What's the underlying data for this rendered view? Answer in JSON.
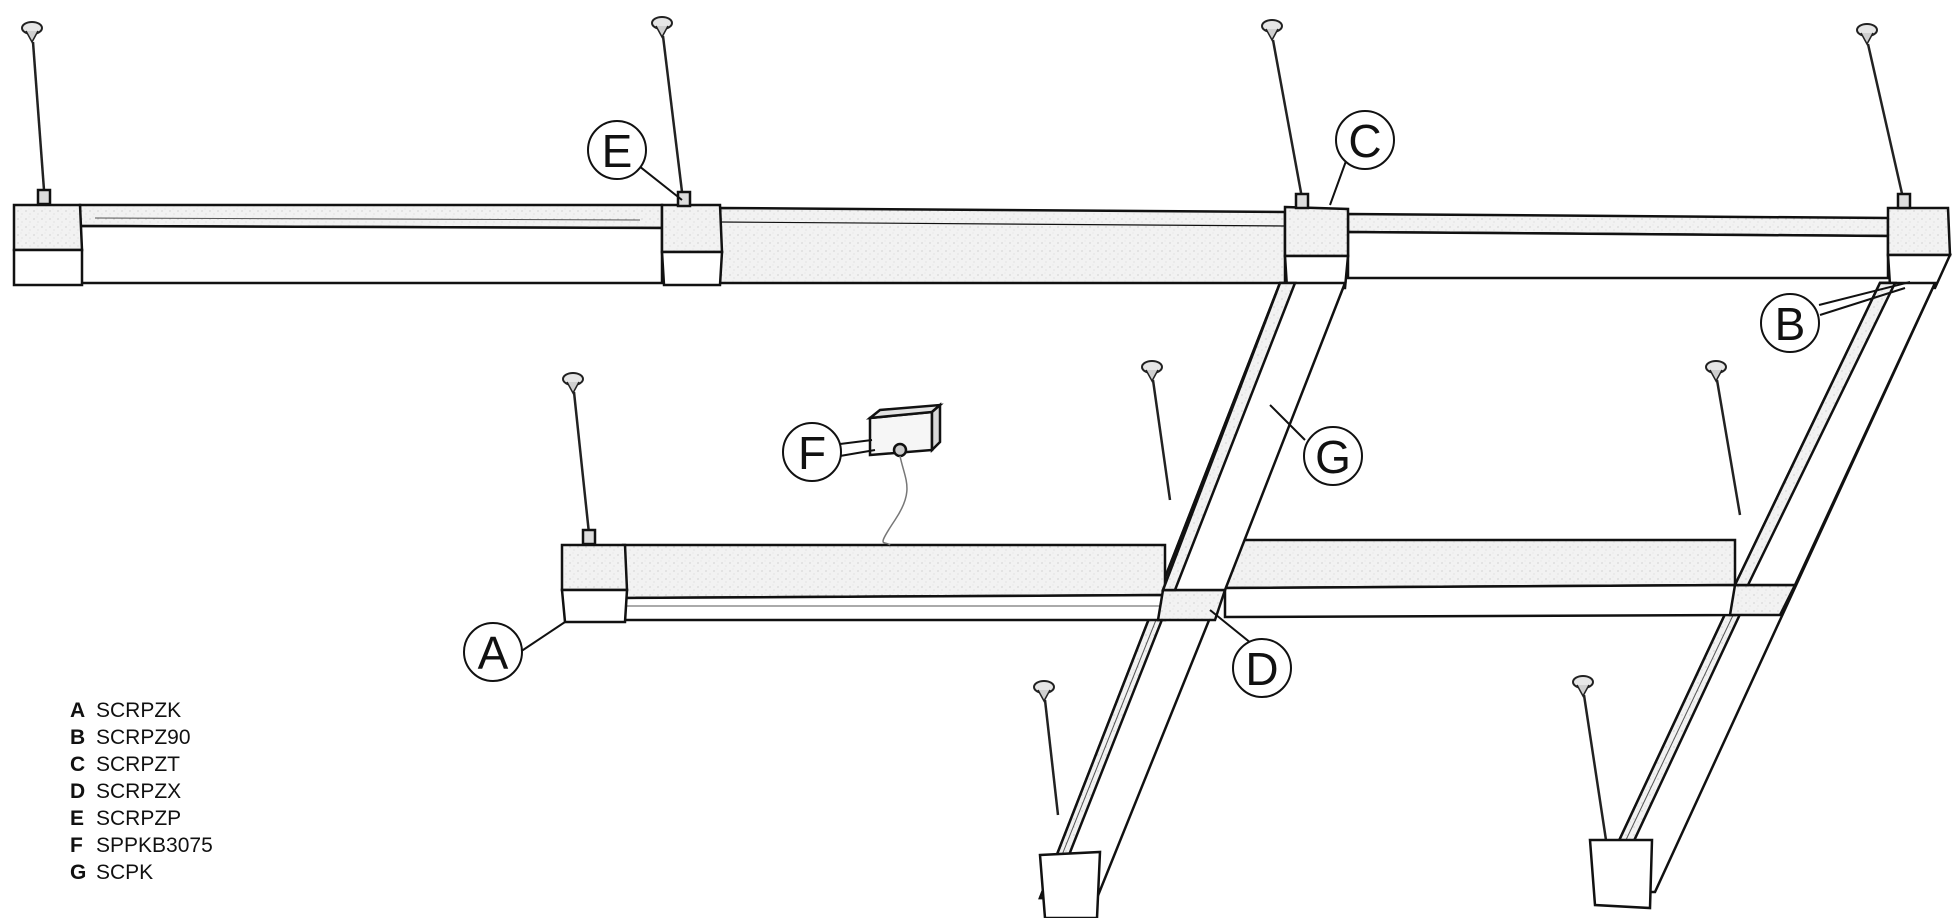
{
  "callouts": [
    {
      "letter": "A"
    },
    {
      "letter": "B"
    },
    {
      "letter": "C"
    },
    {
      "letter": "D"
    },
    {
      "letter": "E"
    },
    {
      "letter": "F"
    },
    {
      "letter": "G"
    }
  ],
  "legend": [
    {
      "letter": "A",
      "code": "SCRPZK"
    },
    {
      "letter": "B",
      "code": "SCRPZ90"
    },
    {
      "letter": "C",
      "code": "SCRPZT"
    },
    {
      "letter": "D",
      "code": "SCRPZX"
    },
    {
      "letter": "E",
      "code": "SCRPZP"
    },
    {
      "letter": "F",
      "code": "SPPKB3075"
    },
    {
      "letter": "G",
      "code": "SCPK"
    }
  ]
}
